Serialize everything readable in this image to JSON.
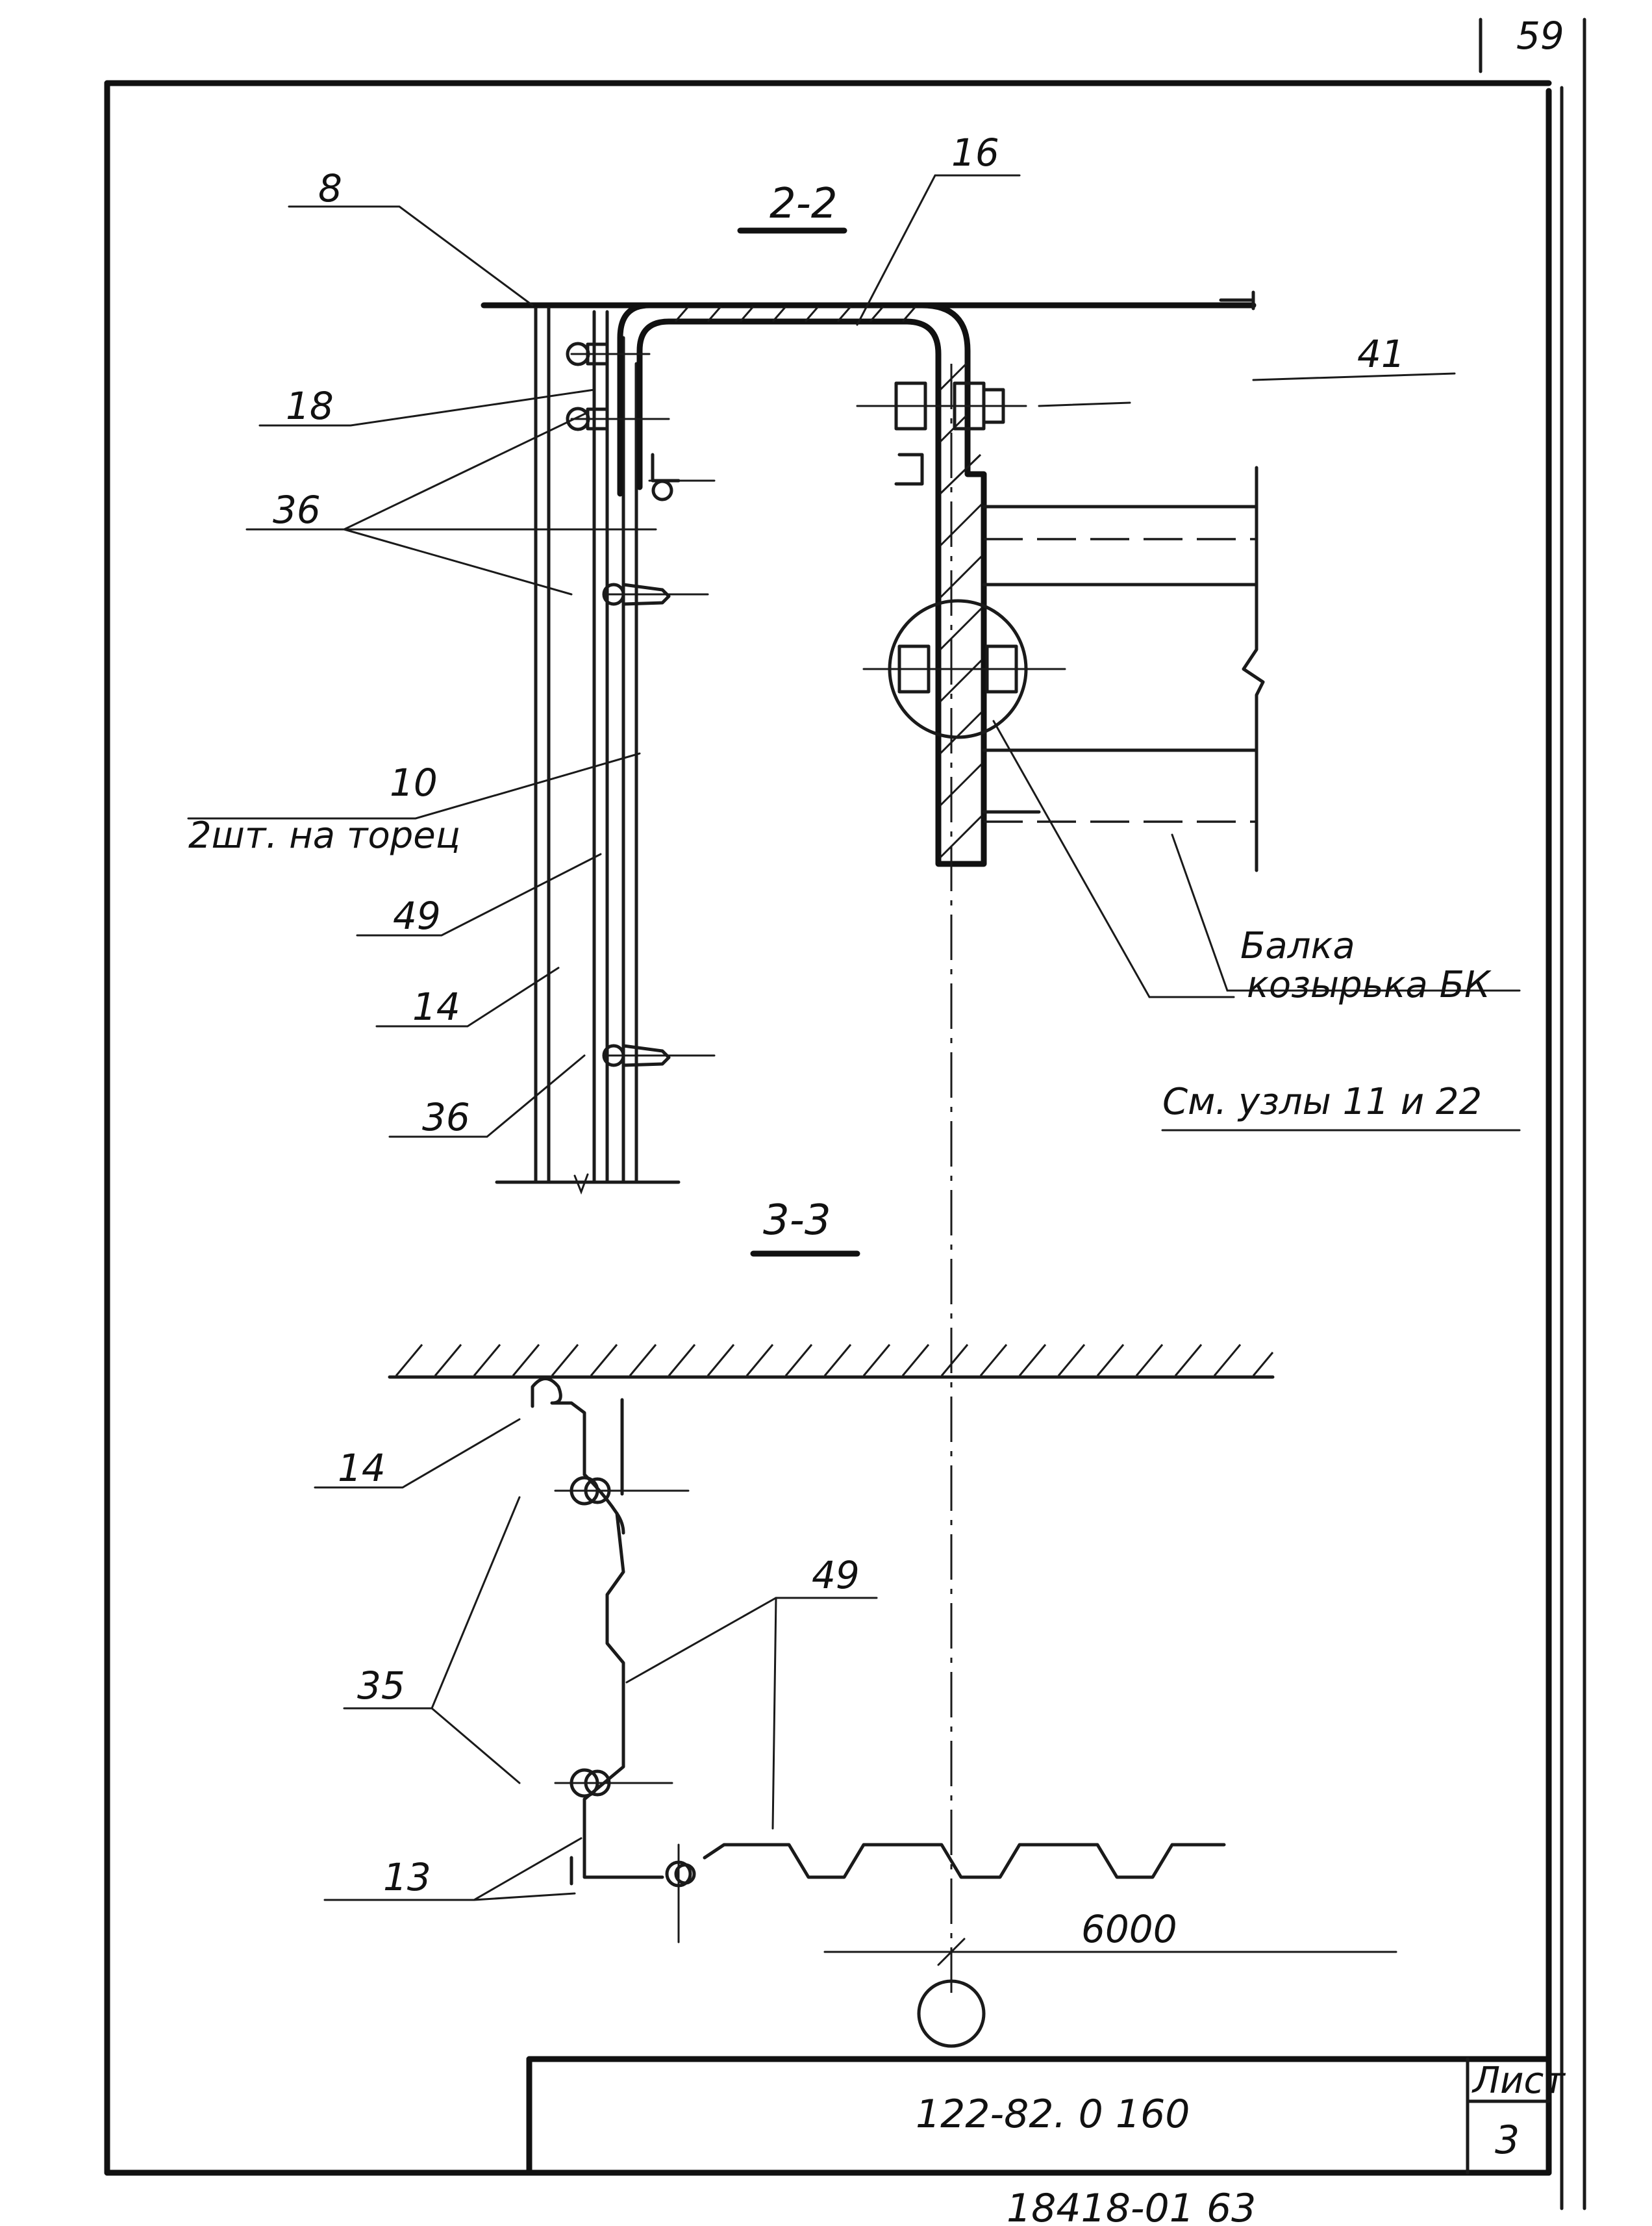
{
  "sheet_corner_number": "59",
  "sections": {
    "section_2_2": "2-2",
    "section_3_3": "3-3"
  },
  "callouts_2_2": {
    "c8": "8",
    "c16": "16",
    "c41": "41",
    "c18": "18",
    "c36a": "36",
    "c10": "10",
    "c10_note": "2шт. на торец",
    "c49": "49",
    "c14": "14",
    "c36b": "36",
    "beam_line1": "Балка",
    "beam_line2": "козырька БК",
    "nodes_ref": "См. узлы 11 и 22"
  },
  "callouts_3_3": {
    "c14": "14",
    "c49": "49",
    "c35": "35",
    "c13": "13",
    "dim_6000": "6000"
  },
  "title_block": {
    "doc_code": "122-82. 0 160",
    "sheet_label": "Лист",
    "sheet_number": "3"
  },
  "footer_number": "18418-01  63"
}
